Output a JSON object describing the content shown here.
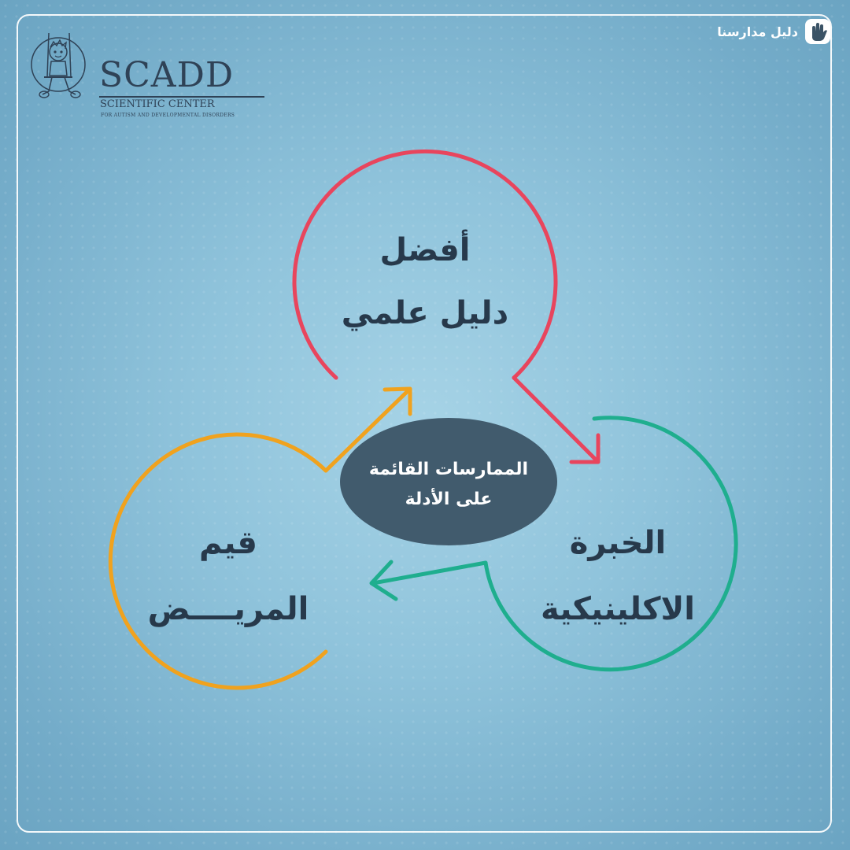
{
  "header": {
    "logo": {
      "name": "SCADD",
      "subtitle": "SCIENTIFIC CENTER",
      "tagline": "FOR AUTISM AND DEVELOPMENTAL DISORDERS"
    },
    "brand": {
      "name": "دليل مدارسنا",
      "icon": "hand-pointer-icon"
    }
  },
  "diagram": {
    "center": {
      "line1": "الممارسات القائمة",
      "line2": "على الأدلة"
    },
    "nodes": {
      "evidence": {
        "line1": "أفضل",
        "line2": "دليل علمي",
        "color": "#e8455d"
      },
      "clinical": {
        "line1": "الخبرة",
        "line2": "الاكلينيكية",
        "color": "#1fae8e"
      },
      "patient": {
        "line1": "قيم",
        "line2": "المريــــض",
        "color": "#f0a21e"
      }
    },
    "colors": {
      "background": "#8fc3db",
      "center_fill": "#415b6d",
      "text": "#27394b"
    }
  }
}
